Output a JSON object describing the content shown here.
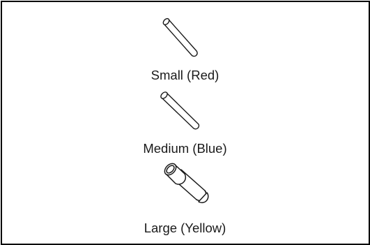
{
  "items": [
    {
      "label": "Small (Red)",
      "icon": "small-connector-icon"
    },
    {
      "label": "Medium (Blue)",
      "icon": "medium-connector-icon"
    },
    {
      "label": "Large (Yellow)",
      "icon": "large-connector-icon"
    }
  ]
}
